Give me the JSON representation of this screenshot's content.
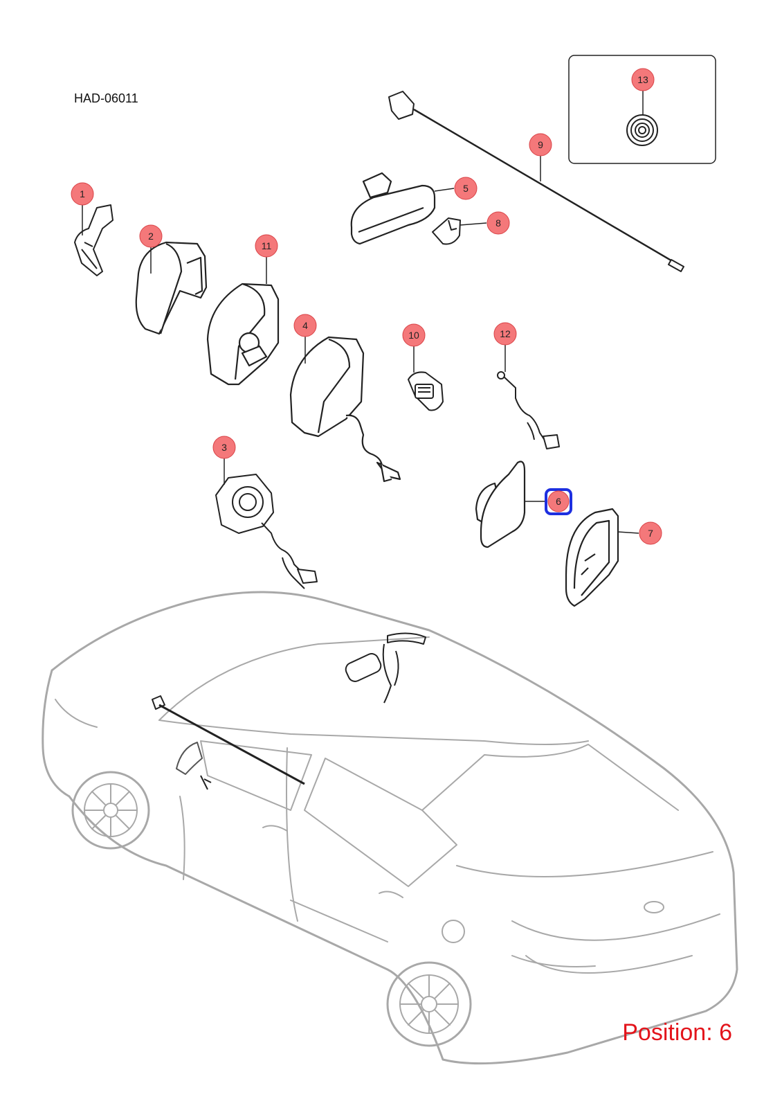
{
  "diagram_id": "HAD-06011",
  "position_label": "Position: 6",
  "selected_callout": "6",
  "colors": {
    "callout_fill": "#f4787a",
    "callout_stroke": "#d94246",
    "highlight": "#1d2fe0",
    "position_text": "#e3141b",
    "car_outline": "#a8a8a8"
  },
  "callouts": [
    {
      "id": "1",
      "part": "mirror bracket"
    },
    {
      "id": "2",
      "part": "mirror cover"
    },
    {
      "id": "3",
      "part": "mirror actuator with harness"
    },
    {
      "id": "4",
      "part": "outside mirror assembly"
    },
    {
      "id": "5",
      "part": "inside rear view mirror"
    },
    {
      "id": "6",
      "part": "mirror glass"
    },
    {
      "id": "7",
      "part": "mirror housing frame"
    },
    {
      "id": "8",
      "part": "mirror mount cover"
    },
    {
      "id": "9",
      "part": "antenna cable"
    },
    {
      "id": "10",
      "part": "side repeater lamp"
    },
    {
      "id": "11",
      "part": "mirror housing"
    },
    {
      "id": "12",
      "part": "mirror harness"
    },
    {
      "id": "13",
      "part": "grommet"
    }
  ]
}
